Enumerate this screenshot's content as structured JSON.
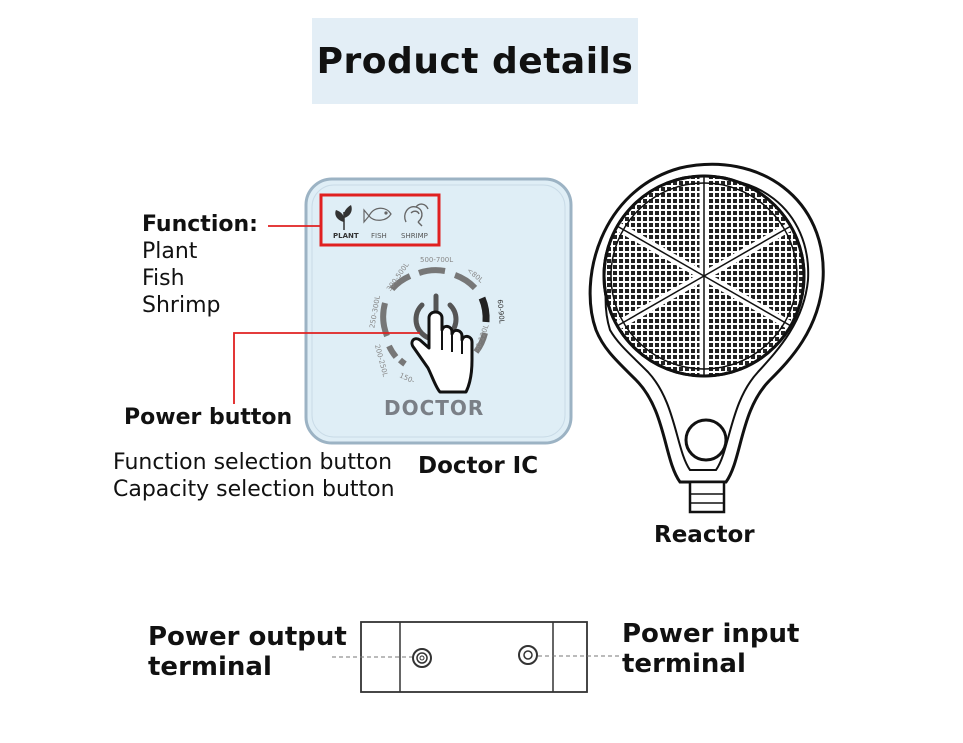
{
  "title": "Product details",
  "function_heading": "Function:",
  "function_items": [
    "Plant",
    "Fish",
    "Shrimp"
  ],
  "icons": [
    {
      "name": "plant-icon",
      "label": "PLANT"
    },
    {
      "name": "fish-icon",
      "label": "FISH"
    },
    {
      "name": "shrimp-icon",
      "label": "SHRIMP"
    }
  ],
  "capacity_ticks": [
    "500-700L",
    "300-500L",
    "<80L",
    "250-300L",
    "60-90L",
    "200-250L",
    "90-120L",
    "150-"
  ],
  "brand": "DOCTOR",
  "power_button_label": "Power button",
  "selection_lines": [
    "Function selection button",
    "Capacity selection button"
  ],
  "doctor_ic_label": "Doctor IC",
  "reactor_label": "Reactor",
  "output_label": [
    "Power output",
    "terminal"
  ],
  "input_label": [
    "Power input",
    "terminal"
  ],
  "colors": {
    "highlight": "#e02020",
    "leader": "#e02020",
    "device_fill": "#dfeef6",
    "title_bg": "#e3eef6"
  }
}
